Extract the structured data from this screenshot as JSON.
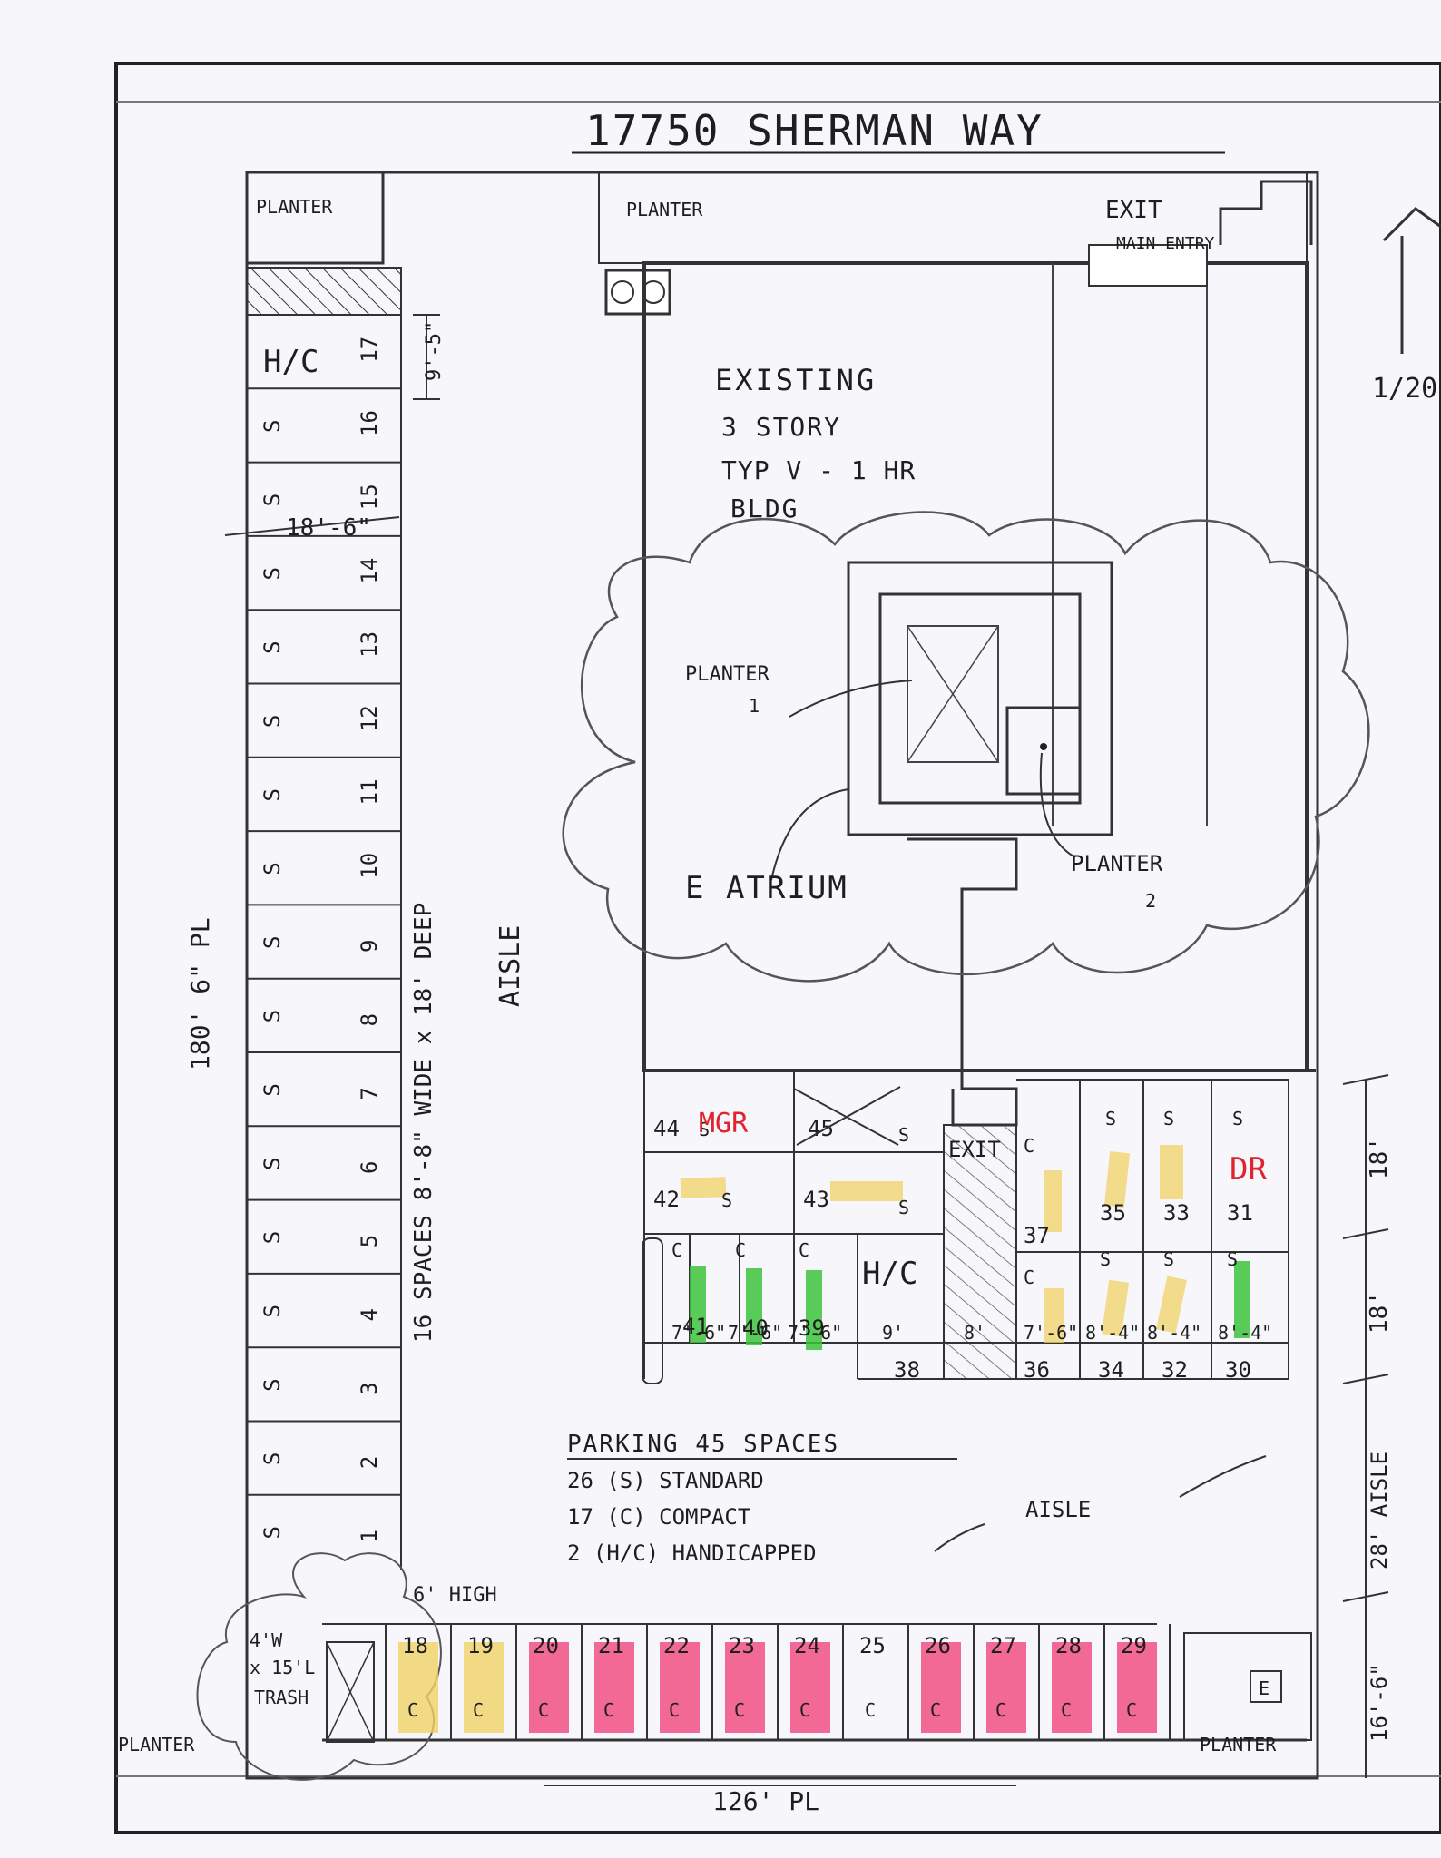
{
  "title": "17750 SHERMAN WAY",
  "building": {
    "line1": "EXISTING",
    "line2": "3 STORY",
    "line3": "TYP V - 1 HR",
    "line4": "BLDG"
  },
  "labels": {
    "planter_top_left": "PLANTER",
    "planter_top": "PLANTER",
    "exit_top": "EXIT",
    "main_entry": "MAIN ENTRY",
    "scale_note": "1/20",
    "hc_left": "H/C",
    "stall_width_left": "9'-5\"",
    "stall_depth": "18'-6\"",
    "left_aisle": "AISLE",
    "left_spaces_note": "16 SPACES 8'-8\" WIDE x 18' DEEP",
    "left_property_dim": "180' 6\" PL",
    "planter_1": "PLANTER",
    "planter_1_num": "1",
    "planter_2": "PLANTER",
    "planter_2_num": "2",
    "atrium": "E ATRIUM",
    "exit_center": "EXIT",
    "mgr": "MGR",
    "dr": "DR",
    "right_dim_1": "18'",
    "right_dim_2": "18'",
    "right_aisle_dim": "28' AISLE",
    "right_dim_3": "16'-6\"",
    "center_aisle": "AISLE",
    "wall_height": "6' HIGH",
    "trash_1": "4'W",
    "trash_2": "x 15'L",
    "trash_3": "TRASH",
    "planter_bottom_left": "PLANTER",
    "planter_bottom_right": "PLANTER",
    "e_box": "E",
    "bottom_property_dim": "126' PL"
  },
  "summary": {
    "title": "PARKING 45 SPACES",
    "line1": "26 (S) STANDARD",
    "line2": "17 (C) COMPACT",
    "line3": "2 (H/C) HANDICAPPED"
  },
  "left_stalls": [
    {
      "num": "17",
      "code": "H/C"
    },
    {
      "num": "16",
      "code": "S"
    },
    {
      "num": "15",
      "code": "S"
    },
    {
      "num": "14",
      "code": "S"
    },
    {
      "num": "13",
      "code": "S"
    },
    {
      "num": "12",
      "code": "S"
    },
    {
      "num": "11",
      "code": "S"
    },
    {
      "num": "10",
      "code": "S"
    },
    {
      "num": "9",
      "code": "S"
    },
    {
      "num": "8",
      "code": "S"
    },
    {
      "num": "7",
      "code": "S"
    },
    {
      "num": "6",
      "code": "S"
    },
    {
      "num": "5",
      "code": "S"
    },
    {
      "num": "4",
      "code": "S"
    },
    {
      "num": "3",
      "code": "S"
    },
    {
      "num": "2",
      "code": "S"
    },
    {
      "num": "1",
      "code": "S"
    }
  ],
  "center_stalls": [
    {
      "num": "44",
      "code": "S"
    },
    {
      "num": "45",
      "code": "S"
    },
    {
      "num": "42",
      "code": "S"
    },
    {
      "num": "43",
      "code": "S"
    },
    {
      "num": "41",
      "code": "C"
    },
    {
      "num": "40",
      "code": "C"
    },
    {
      "num": "39",
      "code": "C"
    },
    {
      "num": "38",
      "code": "H/C"
    },
    {
      "num": "37",
      "code": "C"
    },
    {
      "num": "35",
      "code": "S"
    },
    {
      "num": "33",
      "code": "S"
    },
    {
      "num": "31",
      "code": "S"
    },
    {
      "num": "36",
      "code": "C"
    },
    {
      "num": "34",
      "code": "S"
    },
    {
      "num": "32",
      "code": "S"
    },
    {
      "num": "30",
      "code": "S"
    }
  ],
  "center_widths": [
    "7'-6\"",
    "7'-6\"",
    "7'-6\"",
    "9'",
    "8'",
    "7'-6\"",
    "8'-4\"",
    "8'-4\"",
    "8'-4\""
  ],
  "bottom_stalls": [
    {
      "num": "18",
      "code": "C",
      "mark": "yellow"
    },
    {
      "num": "19",
      "code": "C",
      "mark": "yellow"
    },
    {
      "num": "20",
      "code": "C",
      "mark": "pink"
    },
    {
      "num": "21",
      "code": "C",
      "mark": "pink"
    },
    {
      "num": "22",
      "code": "C",
      "mark": "pink"
    },
    {
      "num": "23",
      "code": "C",
      "mark": "pink"
    },
    {
      "num": "24",
      "code": "C",
      "mark": "pink"
    },
    {
      "num": "25",
      "code": "C",
      "mark": "none"
    },
    {
      "num": "26",
      "code": "C",
      "mark": "pink"
    },
    {
      "num": "27",
      "code": "C",
      "mark": "pink"
    },
    {
      "num": "28",
      "code": "C",
      "mark": "pink"
    },
    {
      "num": "29",
      "code": "C",
      "mark": "pink"
    }
  ],
  "colors": {
    "line": "#333333",
    "ink": "#1e1e1e",
    "red_note": "#e0242f",
    "yellow_highlight": "#f0d266",
    "pink_highlight": "#f0457d",
    "green_highlight": "#3cc33c"
  }
}
